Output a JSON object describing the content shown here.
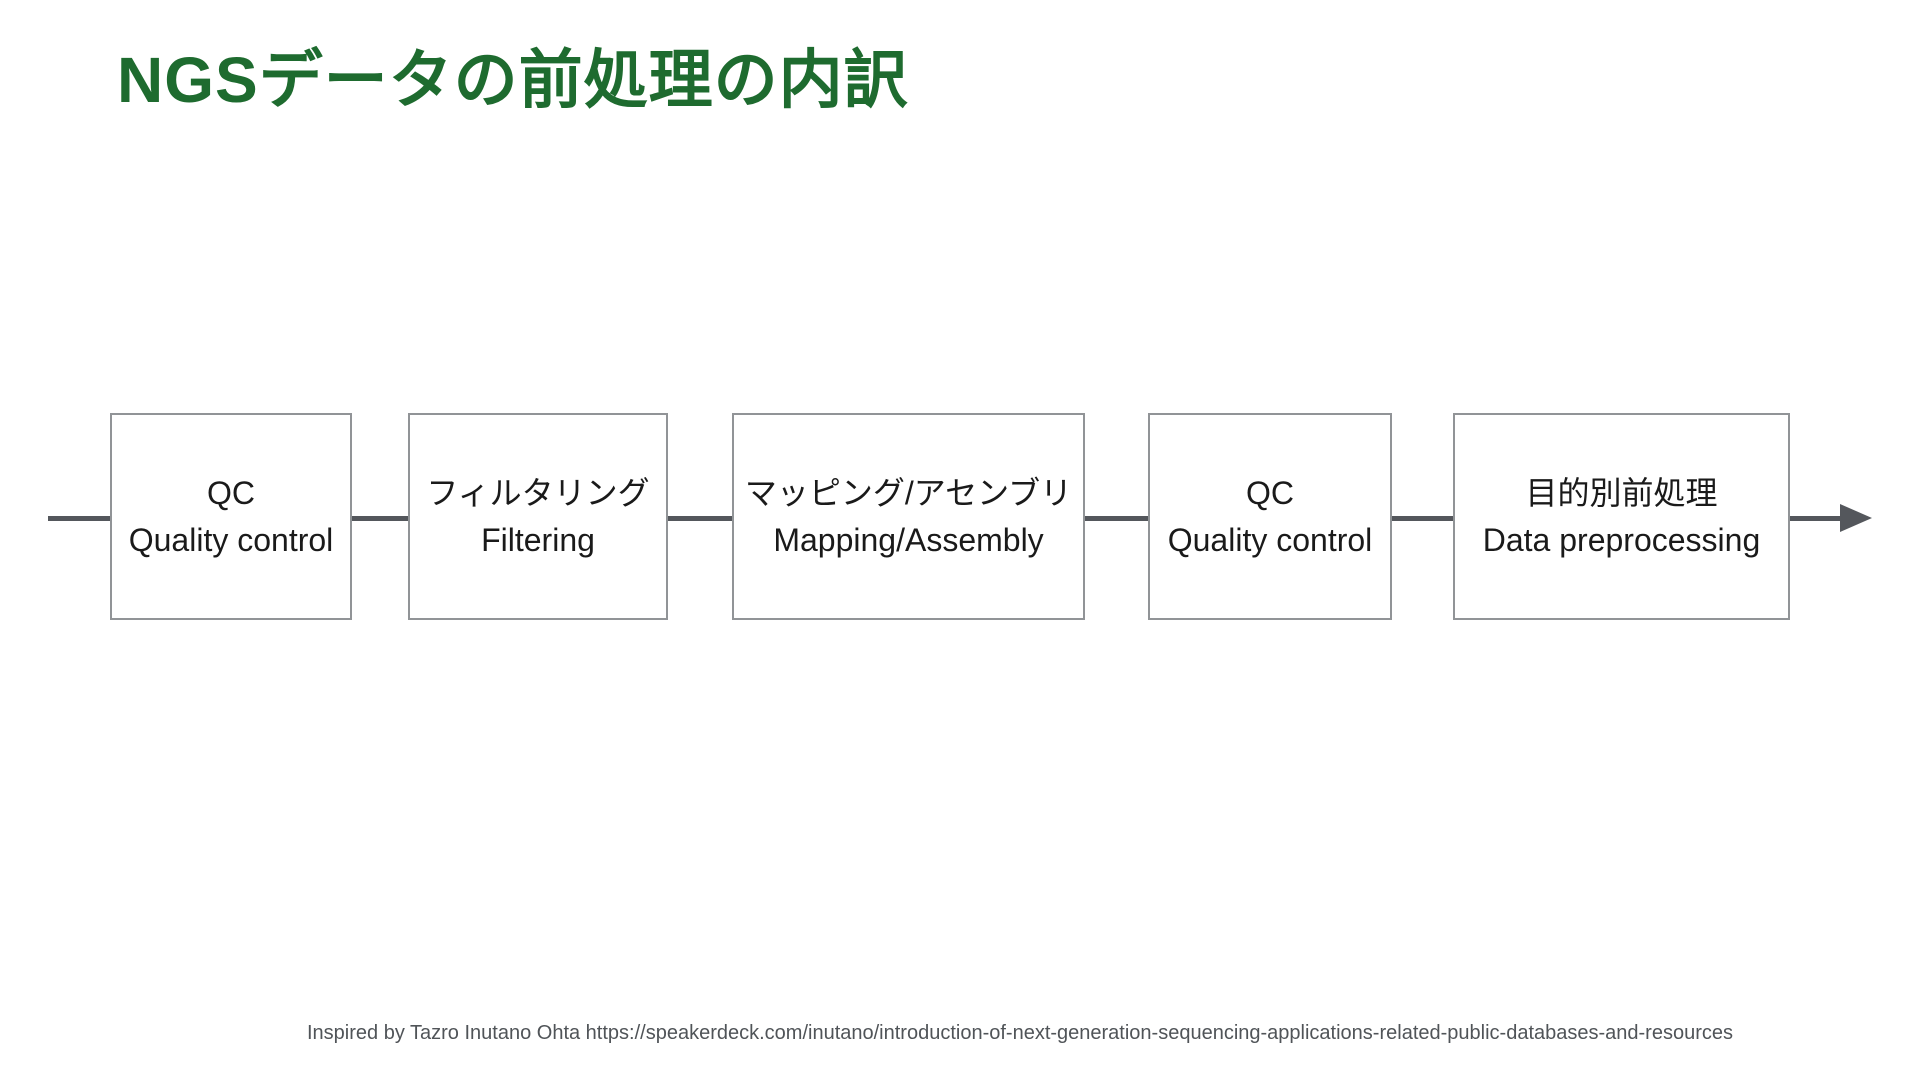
{
  "title": "NGSデータの前処理の内訳",
  "flow": {
    "steps": [
      {
        "jp": "QC",
        "en": "Quality control"
      },
      {
        "jp": "フィルタリング",
        "en": "Filtering"
      },
      {
        "jp": "マッピング/アセンブリ",
        "en": "Mapping/Assembly"
      },
      {
        "jp": "QC",
        "en": "Quality control"
      },
      {
        "jp": "目的別前処理",
        "en": "Data preprocessing"
      }
    ],
    "arrow_icon": "arrow-right"
  },
  "footer": {
    "credit": "Inspired by Tazro Inutano Ohta  https://speakerdeck.com/inutano/introduction-of-next-generation-sequencing-applications-related-public-databases-and-resources"
  },
  "colors": {
    "title_green": "#1e6b2f",
    "line_gray": "#54575c",
    "box_border": "#919497",
    "text_black": "#1a1a1a",
    "footer_gray": "#505458"
  }
}
